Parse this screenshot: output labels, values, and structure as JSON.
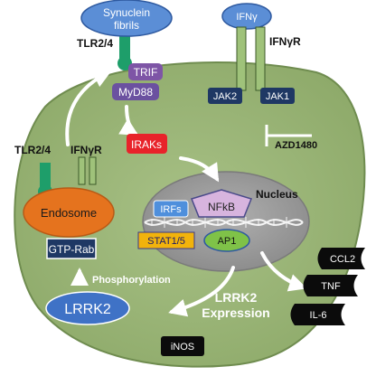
{
  "receptors": {
    "tlr24_top": "TLR2/4",
    "tlr24_left": "TLR2/4",
    "ifngr_top": "IFNγR",
    "ifngr_left": "IFNγR"
  },
  "ligands": {
    "synuclein_line1": "Synuclein",
    "synuclein_line2": "fibrils",
    "ifng": "IFNγ"
  },
  "adaptors": {
    "trif": "TRIF",
    "myd88": "MyD88",
    "iraks": "IRAKs",
    "jak2": "JAK2",
    "jak1": "JAK1"
  },
  "inhibitor": {
    "azd1480": "AZD1480"
  },
  "organelles": {
    "endosome": "Endosome",
    "gtp_rab": "GTP-Rab",
    "nucleus": "Nucleus"
  },
  "transcription": {
    "irfs": "IRFs",
    "nfkb": "NFkB",
    "stat": "STAT1/5",
    "ap1": "AP1"
  },
  "labels": {
    "phosphorylation": "Phosphorylation",
    "lrrk2": "LRRK2",
    "lrrk2_expression_line1": "LRRK2",
    "lrrk2_expression_line2": "Expression",
    "inos": "iNOS"
  },
  "outputs": {
    "ccl2": "CCL2",
    "tnf": "TNF",
    "il6": "IL-6"
  },
  "colors": {
    "cell_fill": "#9cb57a",
    "cell_edge": "#6f8c4f",
    "nucleus_fill": "#9e9e9e",
    "receptor_green": "#1e9e6a",
    "ifngr_green": "#9fc27a",
    "ligand_blue": "#5b8ed6",
    "trif_purple": "#7e55a6",
    "myd88_purple": "#6b51a0",
    "iraks_red": "#e8232a",
    "jak_navy": "#1f3864",
    "endosome_orange": "#e5731e",
    "irfs_blue": "#4f8fdc",
    "nfkb_pink": "#d7b4de",
    "stat_yellow": "#f2b30c",
    "ap1_green": "#7fc248",
    "lrrk2_blue": "#3f72c6",
    "output_black": "#0b0b0b"
  }
}
